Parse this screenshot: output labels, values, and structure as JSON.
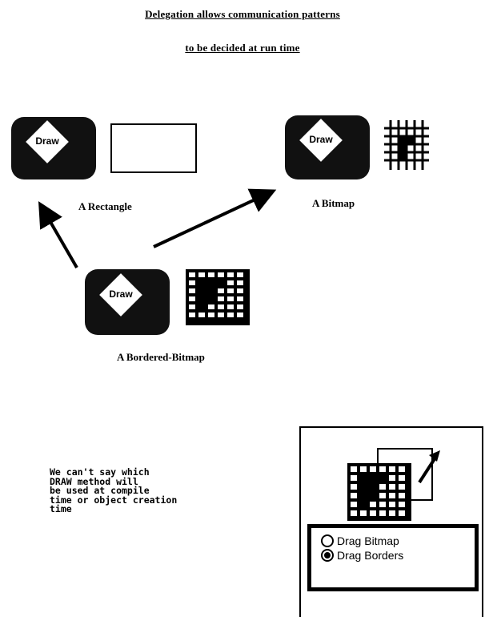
{
  "title": {
    "line1": "Delegation allows communication patterns",
    "line2": "to be decided at run time"
  },
  "objects": {
    "rectangle": {
      "label": "A Rectangle",
      "button": "Draw"
    },
    "bitmap": {
      "label": "A Bitmap",
      "button": "Draw"
    },
    "bordered_bitmap": {
      "label": "A Bordered-Bitmap",
      "button": "Draw"
    }
  },
  "note": "We can't say which\nDRAW method will\nbe used at compile\ntime or object creation\ntime",
  "panel": {
    "options": [
      {
        "label": "Drag Bitmap",
        "selected": false
      },
      {
        "label": "Drag Borders",
        "selected": true
      }
    ]
  },
  "icons": [
    "draw-diamond-icon",
    "bitmap-grid-icon",
    "arrow-icon",
    "resize-arrow-icon",
    "radio-button-icon"
  ]
}
